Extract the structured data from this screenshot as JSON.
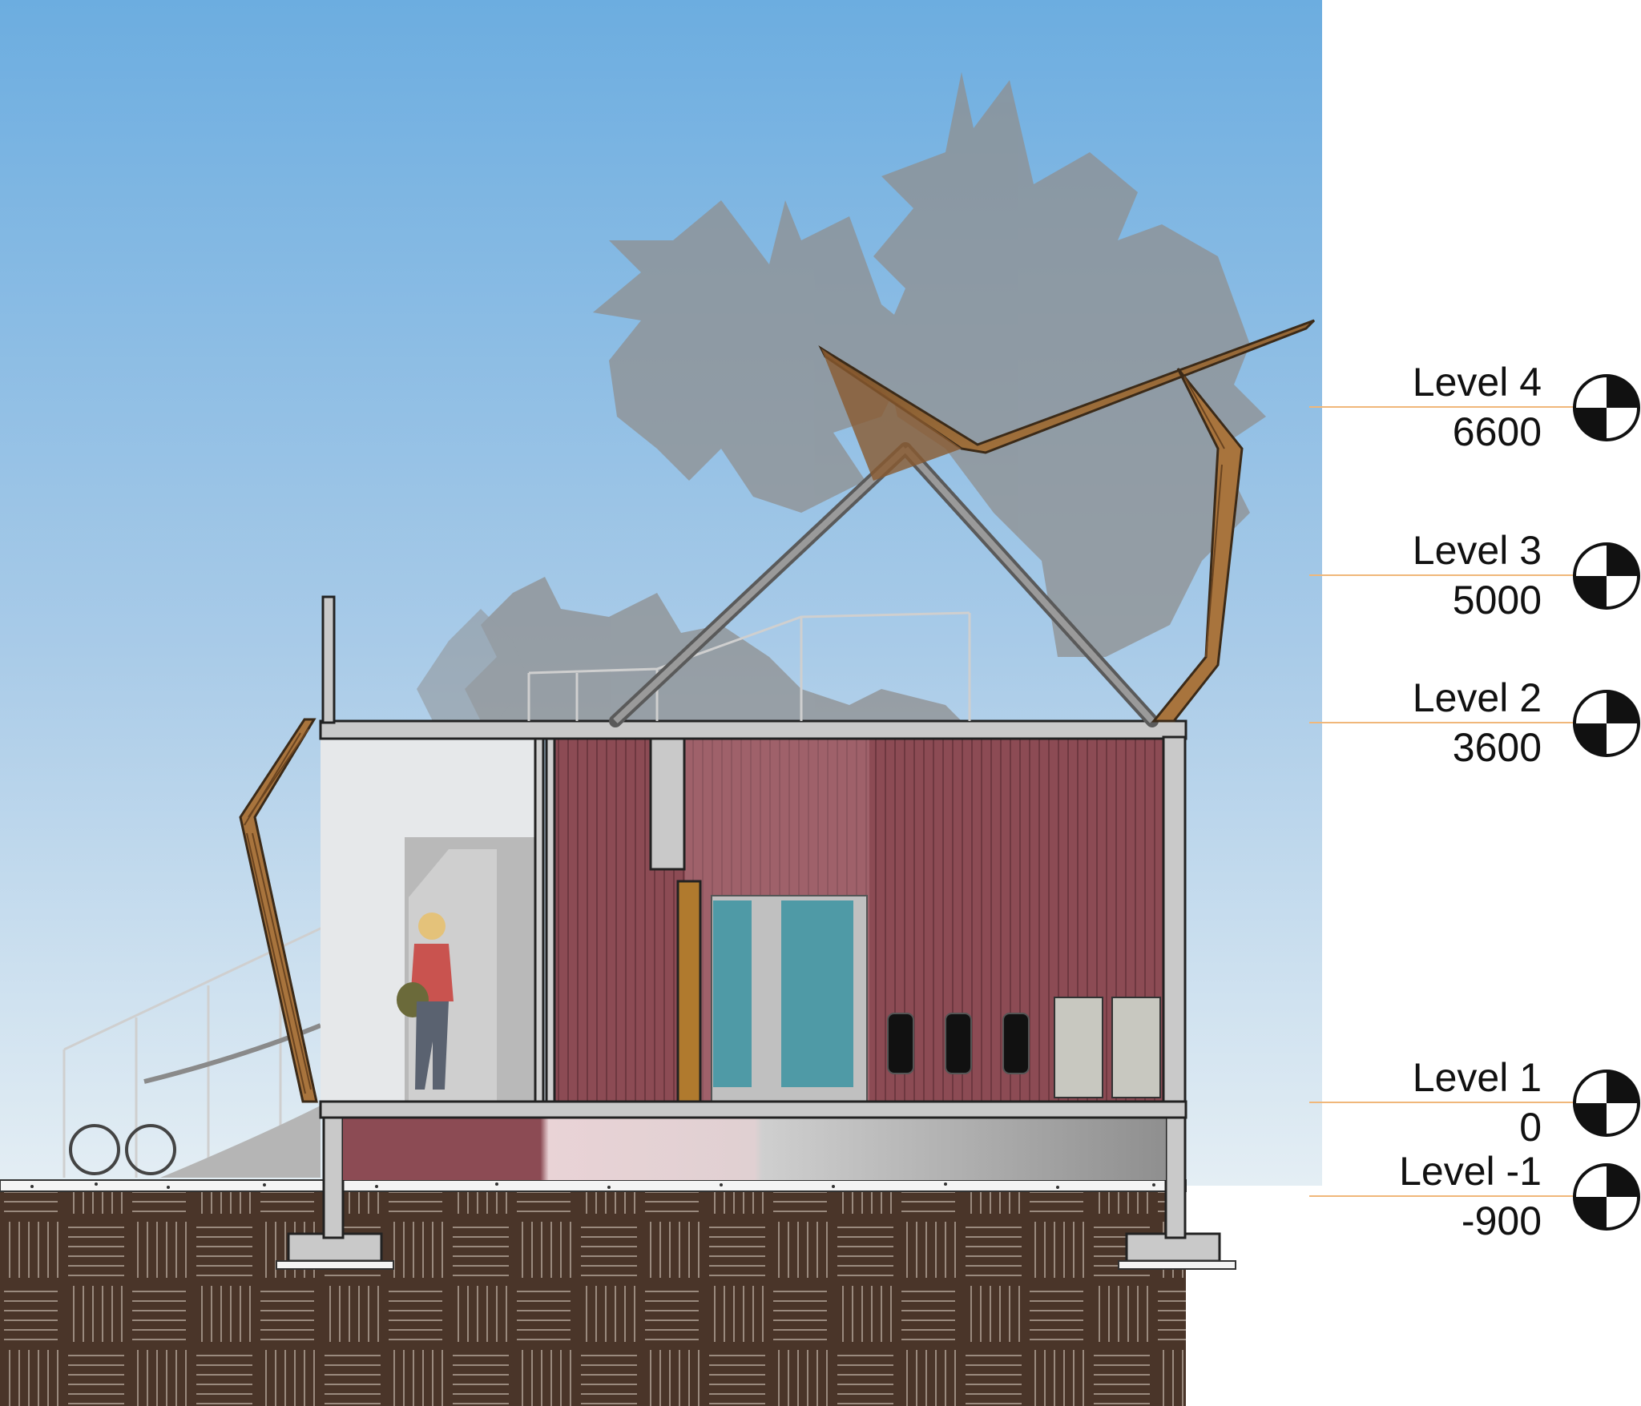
{
  "levels": [
    {
      "name": "Level 4",
      "elevation": "6600"
    },
    {
      "name": "Level 3",
      "elevation": "5000"
    },
    {
      "name": "Level 2",
      "elevation": "3600"
    },
    {
      "name": "Level 1",
      "elevation": "0"
    },
    {
      "name": "Level -1",
      "elevation": "-900"
    }
  ],
  "colors": {
    "sky_top": "#6fb0e0",
    "sky_bottom": "#ddeaf2",
    "wall_red": "#8a4a52",
    "door_teal": "#4f9aa6",
    "timber": "#a8743d",
    "soil": "#4a3529",
    "slab": "#c9c9c9",
    "level_line": "#f0b77a"
  },
  "icons": [
    "level-datum-symbol",
    "bicycle-rack-icon",
    "person-figure",
    "tree-silhouette"
  ]
}
